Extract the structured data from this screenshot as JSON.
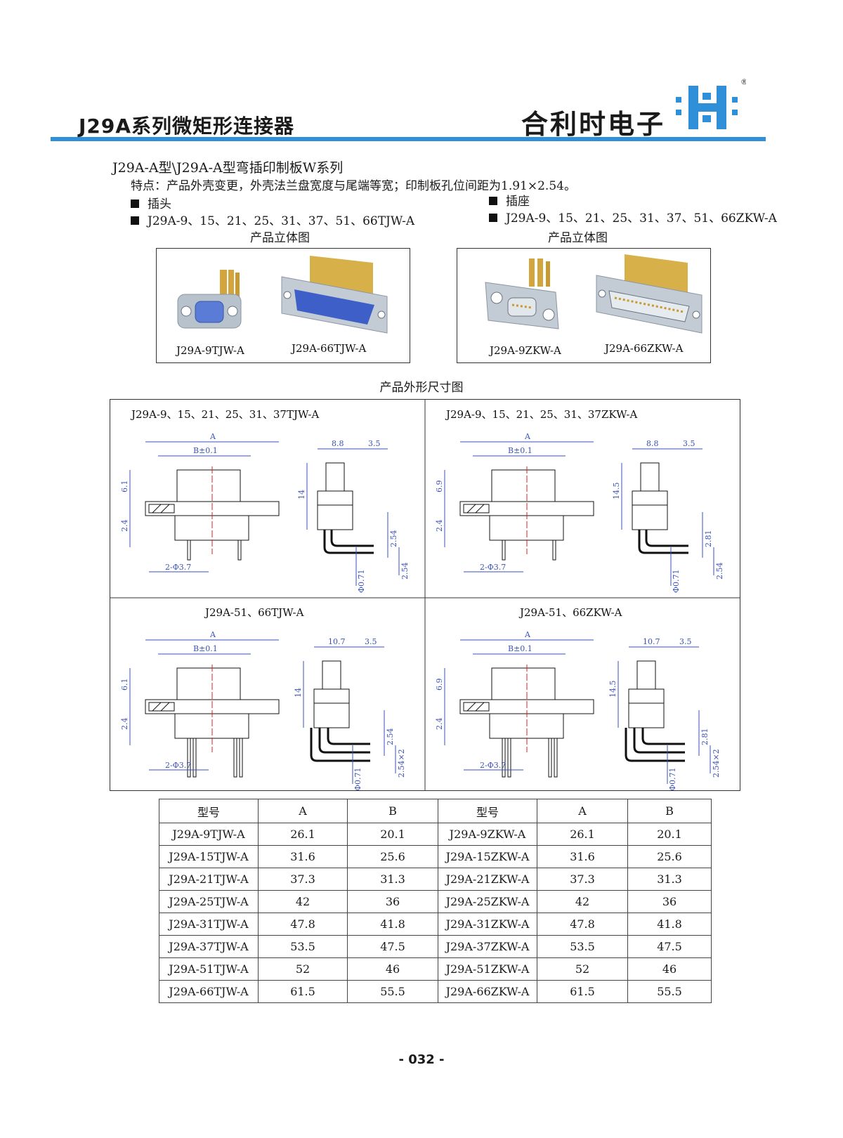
{
  "header": {
    "title": "J29A系列微矩形连接器",
    "company": "合利时电子",
    "registered_mark": "®"
  },
  "intro": {
    "series_title": "J29A-A型\\J29A-A型弯插印制板W系列",
    "features": "特点：产品外壳变更，外壳法兰盘宽度与尾端等宽；印制板孔位间距为1.91×2.54。",
    "plug": {
      "heading": "插头",
      "models": "J29A-9、15、21、25、31、37、51、66TJW-A",
      "photo_caption": "产品立体图",
      "photo_labels": [
        "J29A-9TJW-A",
        "J29A-66TJW-A"
      ]
    },
    "socket": {
      "heading": "插座",
      "models": "J29A-9、15、21、25、31、37、51、66ZKW-A",
      "photo_caption": "产品立体图",
      "photo_labels": [
        "J29A-9ZKW-A",
        "J29A-66ZKW-A"
      ]
    }
  },
  "drawings": {
    "caption": "产品外形尺寸图",
    "panels": [
      {
        "title": "J29A-9、15、21、25、31、37TJW-A",
        "dims": {
          "A": "A",
          "B": "B±0.1",
          "h1": "6.1",
          "h2": "2.4",
          "hole": "2-Φ3.7",
          "w1": "8.8",
          "w2": "3.5",
          "height": "14",
          "p1": "2.54",
          "p2": "2.54",
          "pin": "Φ0.71"
        }
      },
      {
        "title": "J29A-9、15、21、25、31、37ZKW-A",
        "dims": {
          "A": "A",
          "B": "B±0.1",
          "h1": "6.9",
          "h2": "2.4",
          "hole": "2-Φ3.7",
          "w1": "8.8",
          "w2": "3.5",
          "height": "14.5",
          "p1": "2.81",
          "p2": "2.54",
          "pin": "Φ0.71"
        }
      },
      {
        "title": "J29A-51、66TJW-A",
        "dims": {
          "A": "A",
          "B": "B±0.1",
          "h1": "6.1",
          "h2": "2.4",
          "hole": "2-Φ3.7",
          "w1": "10.7",
          "w2": "3.5",
          "height": "14",
          "p1": "2.54",
          "p2": "2.54×2",
          "pin": "Φ0.71"
        }
      },
      {
        "title": "J29A-51、66ZKW-A",
        "dims": {
          "A": "A",
          "B": "B±0.1",
          "h1": "6.9",
          "h2": "2.4",
          "hole": "2-Φ3.7",
          "w1": "10.7",
          "w2": "3.5",
          "height": "14.5",
          "p1": "2.81",
          "p2": "2.54×2",
          "pin": "Φ0.71"
        }
      }
    ]
  },
  "table": {
    "headers": [
      "型号",
      "A",
      "B",
      "型号",
      "A",
      "B"
    ],
    "rows": [
      [
        "J29A-9TJW-A",
        "26.1",
        "20.1",
        "J29A-9ZKW-A",
        "26.1",
        "20.1"
      ],
      [
        "J29A-15TJW-A",
        "31.6",
        "25.6",
        "J29A-15ZKW-A",
        "31.6",
        "25.6"
      ],
      [
        "J29A-21TJW-A",
        "37.3",
        "31.3",
        "J29A-21ZKW-A",
        "37.3",
        "31.3"
      ],
      [
        "J29A-25TJW-A",
        "42",
        "36",
        "J29A-25ZKW-A",
        "42",
        "36"
      ],
      [
        "J29A-31TJW-A",
        "47.8",
        "41.8",
        "J29A-31ZKW-A",
        "47.8",
        "41.8"
      ],
      [
        "J29A-37TJW-A",
        "53.5",
        "47.5",
        "J29A-37ZKW-A",
        "53.5",
        "47.5"
      ],
      [
        "J29A-51TJW-A",
        "52",
        "46",
        "J29A-51ZKW-A",
        "52",
        "46"
      ],
      [
        "J29A-66TJW-A",
        "61.5",
        "55.5",
        "J29A-66ZKW-A",
        "61.5",
        "55.5"
      ]
    ]
  },
  "footer": {
    "page_number": "- 032 -"
  },
  "colors": {
    "brand_blue": "#2f8fd8",
    "dimension_blue": "#3a52b8",
    "centerline_red": "#d8222a"
  }
}
